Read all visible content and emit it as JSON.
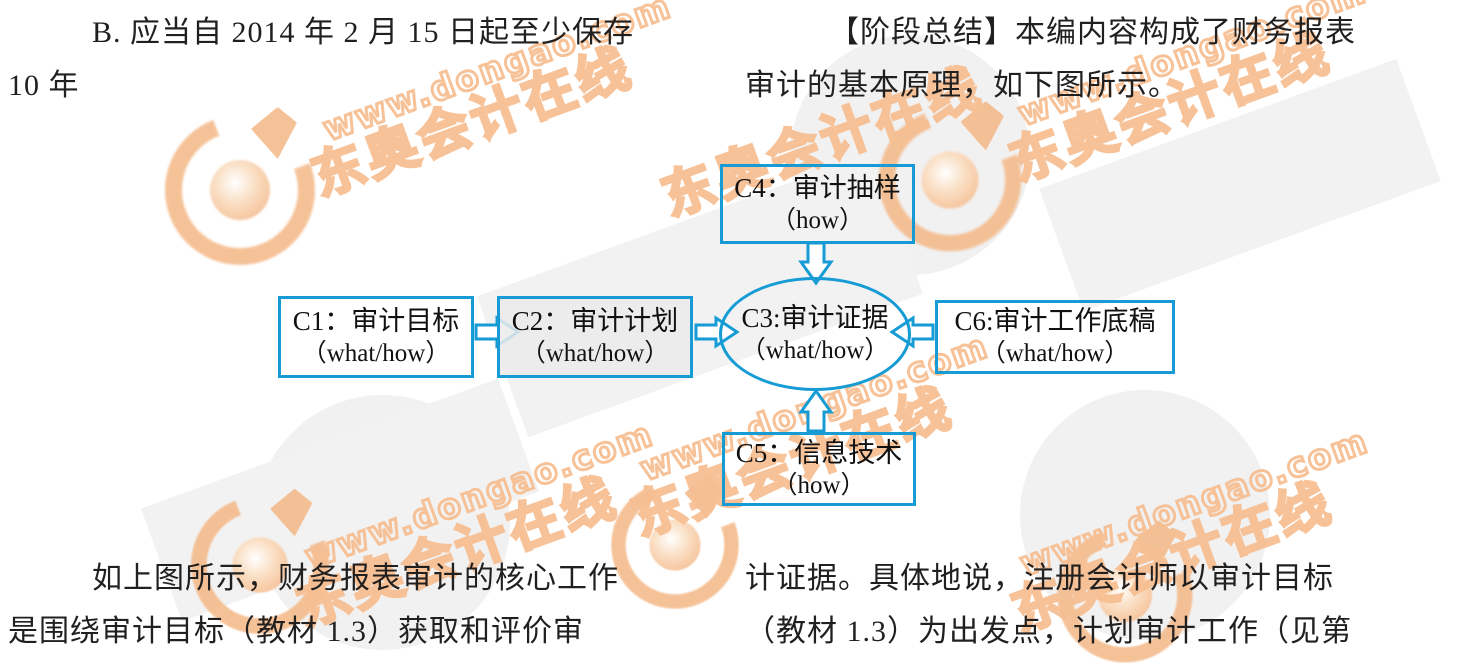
{
  "page": {
    "background_color": "#ffffff",
    "text_color": "#221f1f",
    "accent_color": "#169bd5"
  },
  "text_columns": {
    "left_top": {
      "lines": [
        "B. 应当自 2014 年 2 月 15 日起至少保存",
        "10 年"
      ]
    },
    "right_top": {
      "lines": [
        "【阶段总结】本编内容构成了财务报表",
        "审计的基本原理，如下图所示。"
      ]
    },
    "left_bottom": {
      "lines": [
        "如上图所示，财务报表审计的核心工作",
        "是围绕审计目标（教材 1.3）获取和评价审"
      ]
    },
    "right_bottom": {
      "lines": [
        "计证据。具体地说，注册会计师以审计目标",
        "（教材 1.3）为出发点，计划审计工作（见第"
      ]
    }
  },
  "diagram": {
    "type": "flow-diagram",
    "accent_color": "#169bd5",
    "nodes": [
      {
        "id": "C1",
        "shape": "rect",
        "title": "C1：审计目标",
        "subtitle": "（what/how）",
        "shaded": false
      },
      {
        "id": "C2",
        "shape": "rect",
        "title": "C2：审计计划",
        "subtitle": "（what/how）",
        "shaded": true
      },
      {
        "id": "C3",
        "shape": "ellipse",
        "title": "C3:审计证据",
        "subtitle": "（what/how）",
        "shaded": false
      },
      {
        "id": "C4",
        "shape": "rect",
        "title": "C4：审计抽样",
        "subtitle": "（how）",
        "shaded": false
      },
      {
        "id": "C5",
        "shape": "rect",
        "title": "C5：信息技术",
        "subtitle": "（how）",
        "shaded": false
      },
      {
        "id": "C6",
        "shape": "rect",
        "title": "C6:审计工作底稿",
        "subtitle": "（what/how）",
        "shaded": false
      }
    ],
    "arrows": [
      {
        "from": "C1",
        "to": "C2",
        "direction": "right",
        "style": "hollow-block"
      },
      {
        "from": "C2",
        "to": "C3",
        "direction": "right",
        "style": "hollow-block"
      },
      {
        "from": "C6",
        "to": "C3",
        "direction": "left",
        "style": "hollow-block"
      },
      {
        "from": "C4",
        "to": "C3",
        "direction": "down",
        "style": "hollow-block"
      },
      {
        "from": "C5",
        "to": "C3",
        "direction": "up",
        "style": "hollow-block"
      }
    ]
  },
  "watermark": {
    "brand_cn": "东奥会计在线",
    "brand_url": "www.dongao.com",
    "color": "#f7bf93",
    "logo": "dongao-circle-logo"
  }
}
